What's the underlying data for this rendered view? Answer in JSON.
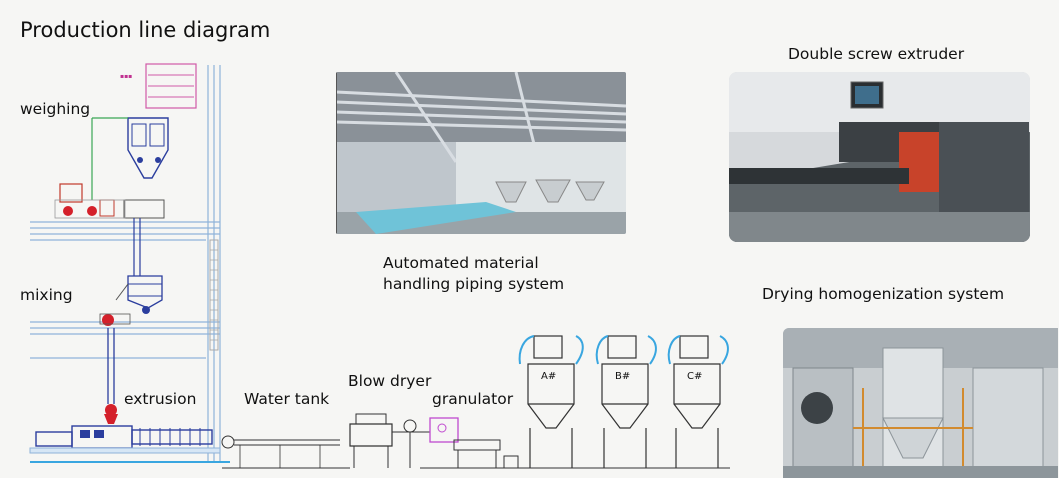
{
  "title": "Production line diagram",
  "labels": {
    "weighing": "weighing",
    "mixing": "mixing",
    "extrusion": "extrusion",
    "water_tank": "Water tank",
    "blow_dryer": "Blow dryer",
    "granulator": "granulator",
    "bin_a": "A#",
    "bin_b": "B#",
    "bin_c": "C#"
  },
  "photos": {
    "piping_caption_line1": "Automated material",
    "piping_caption_line2": "handling piping system",
    "extruder_caption": "Double screw extruder",
    "drying_caption": "Drying homogenization system"
  }
}
